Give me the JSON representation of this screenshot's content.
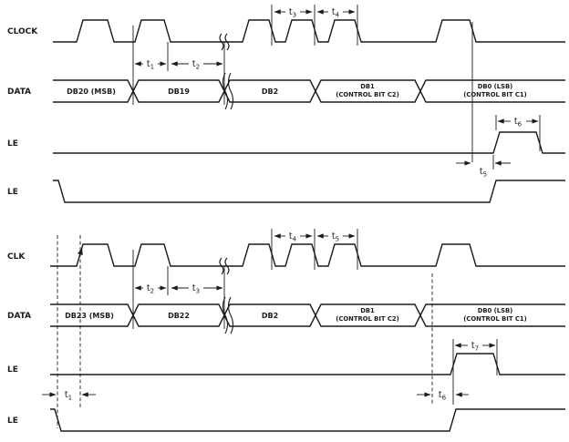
{
  "colors": {
    "background": "#ffffff",
    "line": "#1c1c1c"
  },
  "timing_labels": {
    "t1": {
      "base": "t",
      "sub": "1"
    },
    "t2": {
      "base": "t",
      "sub": "2"
    },
    "t3": {
      "base": "t",
      "sub": "3"
    },
    "t4": {
      "base": "t",
      "sub": "4"
    },
    "t5": {
      "base": "t",
      "sub": "5"
    },
    "t6": {
      "base": "t",
      "sub": "6"
    },
    "t7": {
      "base": "t",
      "sub": "7"
    }
  },
  "top_diagram": {
    "clock_label": "CLOCK",
    "data_label": "DATA",
    "le1_label": "LE",
    "le2_label": "LE",
    "data_segments": [
      {
        "line1": "DB20 (MSB)",
        "line2": ""
      },
      {
        "line1": "DB19",
        "line2": ""
      },
      {
        "line1": "DB2",
        "line2": ""
      },
      {
        "line1": "DB1",
        "line2": "(CONTROL BIT C2)"
      },
      {
        "line1": "DB0 (LSB)",
        "line2": "(CONTROL BIT C1)"
      }
    ]
  },
  "bottom_diagram": {
    "clock_label": "CLK",
    "data_label": "DATA",
    "le1_label": "LE",
    "le2_label": "LE",
    "data_segments": [
      {
        "line1": "DB23 (MSB)",
        "line2": ""
      },
      {
        "line1": "DB22",
        "line2": ""
      },
      {
        "line1": "DB2",
        "line2": ""
      },
      {
        "line1": "DB1",
        "line2": "(CONTROL BIT C2)"
      },
      {
        "line1": "DB0 (LSB)",
        "line2": "(CONTROL BIT C1)"
      }
    ]
  }
}
